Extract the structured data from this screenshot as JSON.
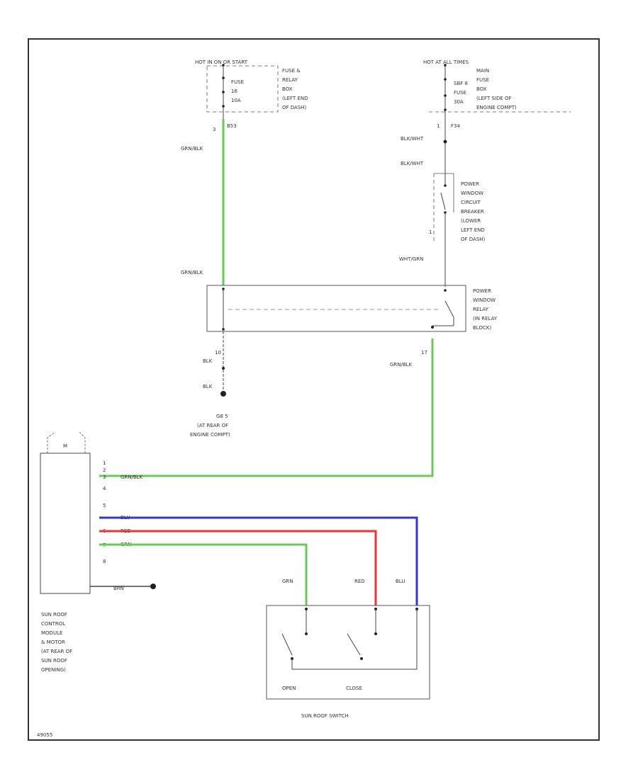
{
  "diagram": {
    "figure_code": "49055",
    "power_left": {
      "source": "HOT IN ON OR START",
      "fuse_name": "FUSE",
      "fuse_num": "16",
      "fuse_amp": "10A",
      "box_label": [
        "FUSE &",
        "RELAY",
        "BOX",
        "(LEFT END",
        "OF DASH)"
      ],
      "pin": "3",
      "conn": "B53",
      "wire_top": "GRN/BLK",
      "wire_bottom": "GRN/BLK"
    },
    "power_right": {
      "source": "HOT AT ALL TIMES",
      "fuse_name": "SBF 8",
      "fuse_label": "FUSE",
      "fuse_amp": "30A",
      "box_label": [
        "MAIN",
        "FUSE",
        "BOX",
        "(LEFT SIDE OF",
        "ENGINE COMPT)"
      ],
      "conn": "F34",
      "wire1": "BLK/WHT",
      "wire2": "BLK/WHT",
      "breaker_label": [
        "POWER",
        "WINDOW",
        "CIRCUIT",
        "BREAKER",
        "(LOWER",
        "LEFT END",
        "OF DASH)"
      ],
      "wire3": "WHT/GRN",
      "pin": "1"
    },
    "relay": {
      "label": [
        "POWER",
        "WINDOW",
        "RELAY",
        "(IN RELAY",
        "BLOCK)"
      ],
      "pin_ground": "10",
      "pin_out": "17",
      "wire_out": "GRN/BLK"
    },
    "ground": {
      "wire1": "BLK",
      "wire2": "BLK",
      "label": [
        "G8 5",
        "(AT REAR OF",
        "ENGINE COMPT)"
      ]
    },
    "module": {
      "motor": "M",
      "pins": [
        "1",
        "2",
        "3",
        "4",
        "5",
        "6",
        "7",
        "8"
      ],
      "wire_pin3": "GRN/BLK",
      "wire_blu": "BLU",
      "wire_red": "RED",
      "wire_grn": "GRN",
      "ground_wire": "BRN",
      "label": [
        "SUN ROOF",
        "CONTROL",
        "MODULE",
        "& MOTOR",
        "(AT REAR OF",
        "SUN ROOF",
        "OPENING)"
      ]
    },
    "switch": {
      "wire_grn": "GRN",
      "wire_red": "RED",
      "wire_blu": "BLU",
      "open": "OPEN",
      "close": "CLOSE",
      "label": "SUN ROOF SWITCH"
    },
    "colors": {
      "green": "#66cc55",
      "blue": "#3333dd",
      "red": "#ee3333",
      "line": "#444444",
      "frame": "#333333"
    }
  }
}
